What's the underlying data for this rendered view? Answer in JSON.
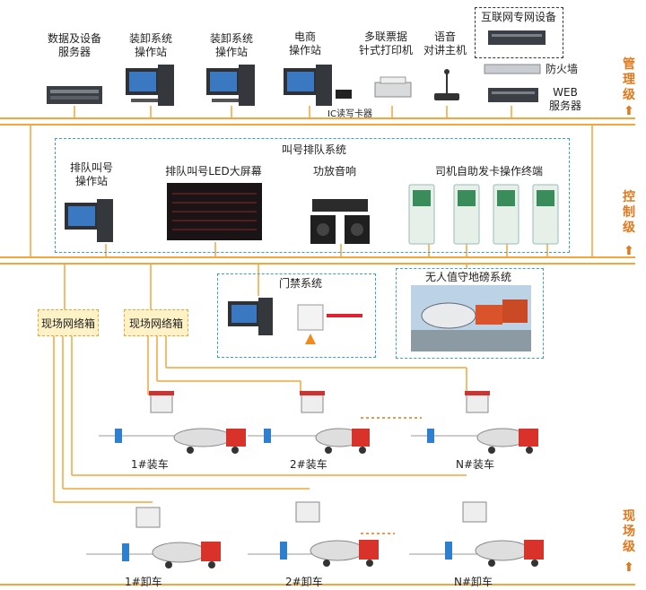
{
  "levels": {
    "management": "管理级",
    "control": "控制级",
    "field": "现场级"
  },
  "management": {
    "data_server": "数据及设备\n服务器",
    "load_station_1": "装卸系统\n操作站",
    "load_station_2": "装卸系统\n操作站",
    "ecommerce_station": "电商\n操作站",
    "ic_reader": "IC读写卡器",
    "ticket_printer": "多联票据\n针式打印机",
    "intercom_host": "语音\n对讲主机",
    "internet_device": "互联网专网设备",
    "firewall": "防火墙",
    "web_server": "WEB\n服务器"
  },
  "control": {
    "queue_system": "叫号排队系统",
    "queue_station": "排队叫号\n操作站",
    "led_screen": "排队叫号LED大屏幕",
    "amplifier": "功放音响",
    "driver_terminal": "司机自助发卡操作终端"
  },
  "subsystems": {
    "access_control": "门禁系统",
    "weighbridge": "无人值守地磅系统"
  },
  "field": {
    "net_box_1": "现场网络箱",
    "net_box_2": "现场网络箱",
    "load_1": "1#装车",
    "load_2": "2#装车",
    "load_n": "N#装车",
    "unload_1": "1#卸车",
    "unload_2": "2#卸车",
    "unload_n": "N#卸车"
  },
  "colors": {
    "bus": "#f2a63c",
    "level_label": "#e0791c",
    "subsystem_border": "#3aa0c8",
    "net_box_fill": "#fff2c6"
  }
}
